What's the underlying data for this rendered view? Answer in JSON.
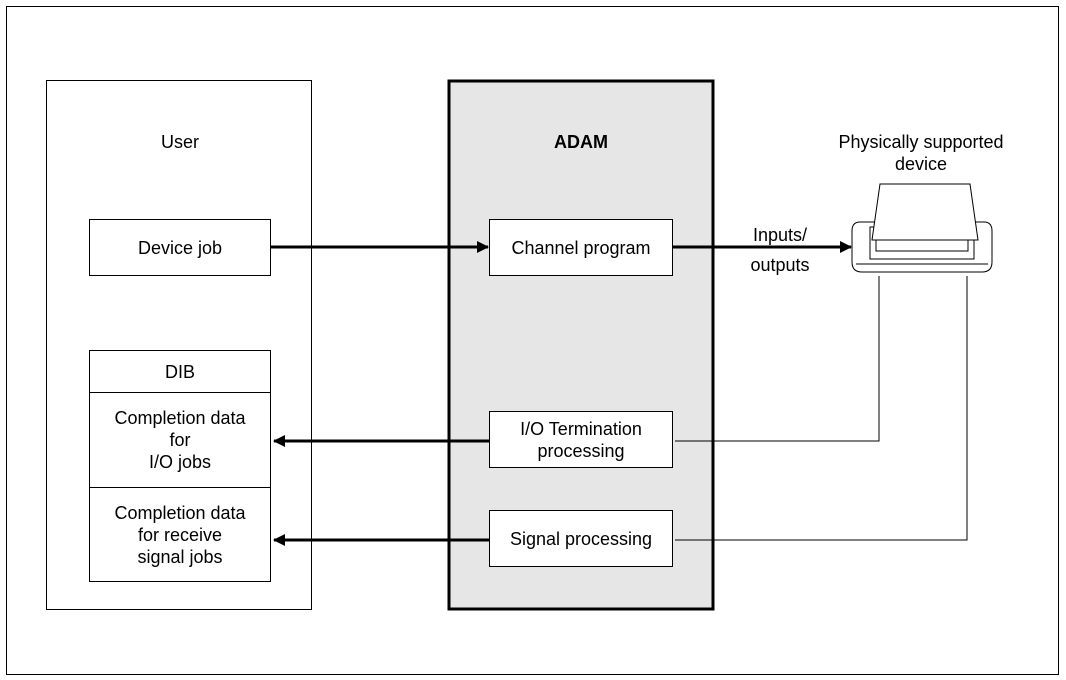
{
  "user_panel": {
    "title": "User",
    "device_job": "Device job"
  },
  "dib": {
    "title": "DIB",
    "io_completion": [
      "Completion data",
      "for",
      "I/O jobs"
    ],
    "signal_completion": [
      "Completion data",
      "for receive",
      "signal jobs"
    ]
  },
  "adam_panel": {
    "title": "ADAM",
    "channel_program": "Channel program",
    "io_termination": [
      "I/O Termination",
      "processing"
    ],
    "signal_processing": "Signal processing"
  },
  "device": {
    "title": [
      "Physically supported",
      "device"
    ],
    "io_label": [
      "Inputs/",
      "outputs"
    ],
    "icon": "printer-icon"
  },
  "colors": {
    "adam_fill": "#e6e6e6",
    "line": "#000000",
    "background": "#ffffff"
  }
}
